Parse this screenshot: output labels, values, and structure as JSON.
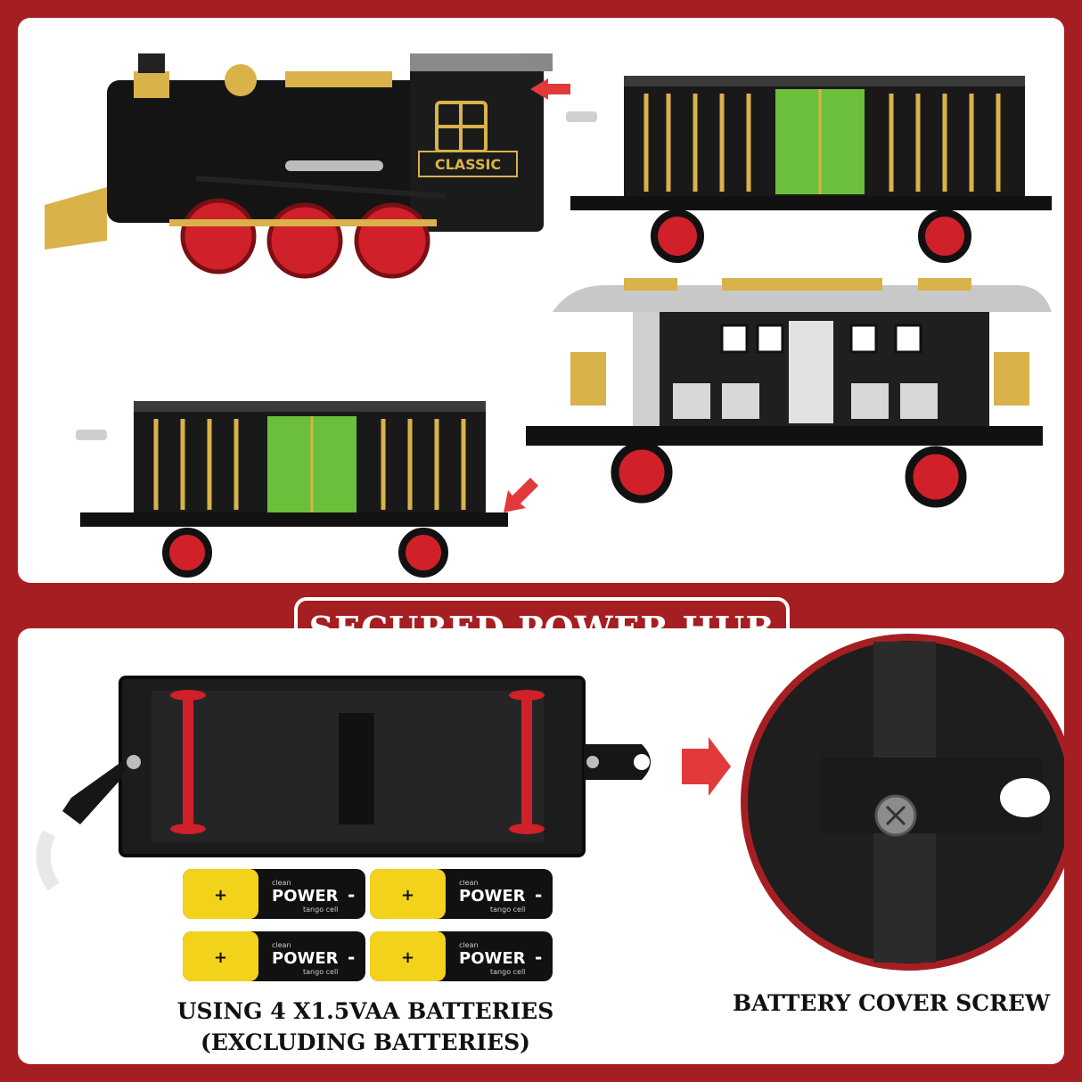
{
  "colors": {
    "background": "#a51f22",
    "accent_green": "#6cbf3a",
    "gold": "#d9b24a",
    "wheel_red": "#d0202a"
  },
  "locomotive": {
    "plate_text": "CLASSIC"
  },
  "banner": {
    "title": "SECURED POWER HUB"
  },
  "batteries": {
    "items": [
      {
        "brand": "POWER",
        "top_text": "clean",
        "sub_text": "tango cell",
        "plus": "+",
        "minus": "-"
      },
      {
        "brand": "POWER",
        "top_text": "clean",
        "sub_text": "tango cell",
        "plus": "+",
        "minus": "-"
      },
      {
        "brand": "POWER",
        "top_text": "clean",
        "sub_text": "tango cell",
        "plus": "+",
        "minus": "-"
      },
      {
        "brand": "POWER",
        "top_text": "clean",
        "sub_text": "tango cell",
        "plus": "+",
        "minus": "-"
      }
    ],
    "caption_line1": "USING 4 X1.5VAA BATTERIES",
    "caption_line2": "(EXCLUDING BATTERIES)"
  },
  "screw_detail": {
    "caption": "BATTERY COVER SCREW"
  },
  "icons": [
    "arrow-left-icon",
    "arrow-down-left-icon",
    "arrow-right-icon"
  ]
}
